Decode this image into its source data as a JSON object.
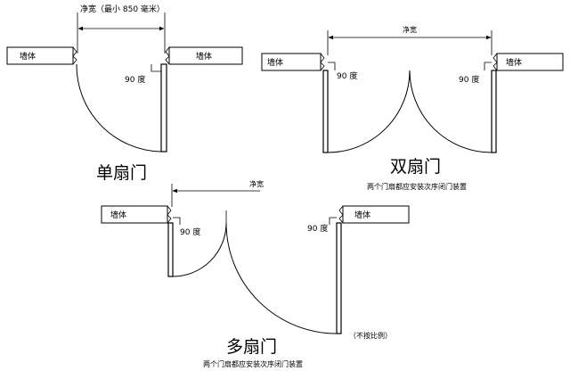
{
  "single": {
    "width_label": "净宽（最小 850 毫米）",
    "wall_left": "墙体",
    "wall_right": "墙体",
    "angle": "90 度",
    "title": "单扇门"
  },
  "double": {
    "width_label": "净宽",
    "wall_left": "墙体",
    "wall_right": "墙体",
    "angle_left": "90 度",
    "angle_right": "90 度",
    "title": "双扇门",
    "caption": "两个门扇都应安装次序闭门装置"
  },
  "multi": {
    "width_label": "净宽",
    "wall_left": "墙体",
    "wall_right": "墙体",
    "angle_left": "90 度",
    "angle_right": "90 度",
    "title": "多扇门",
    "caption": "两个门扇都应安装次序闭门装置",
    "scale_note": "（不按比例）"
  }
}
